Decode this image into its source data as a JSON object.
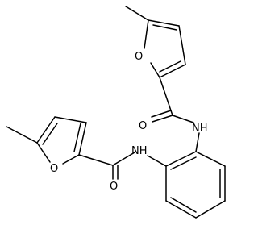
{
  "molecule": {
    "atoms": {
      "o_furan_top": "O",
      "o_carbonyl_top": "O",
      "nh_top": "NH",
      "nh_bottom": "NH",
      "o_furan_bottom": "O",
      "o_carbonyl_bottom": "O"
    }
  },
  "colors": {
    "bond": "#000000",
    "label": "#000000",
    "background": "#ffffff"
  }
}
